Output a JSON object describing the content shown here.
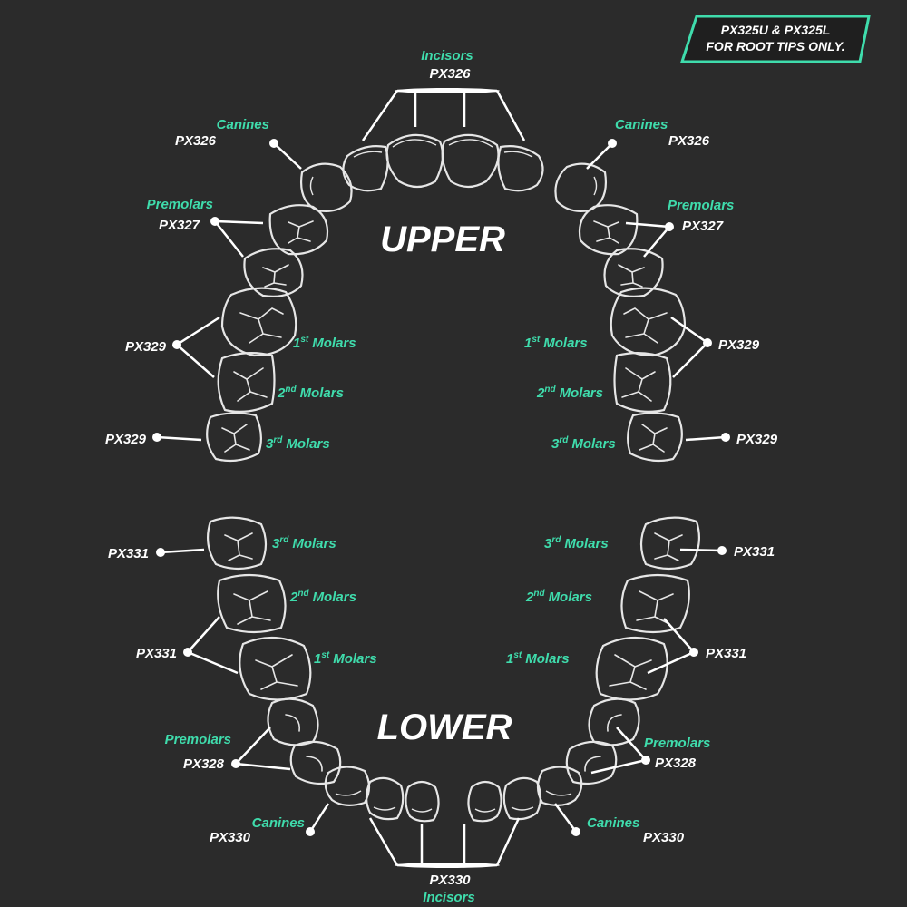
{
  "notice": {
    "line1": "PX325U & PX325L",
    "line2": "FOR ROOT TIPS ONLY."
  },
  "colors": {
    "background": "#2b2b2b",
    "accent": "#3fdcac",
    "text": "#ffffff",
    "tooth_outline": "#e6e6e6"
  },
  "upper": {
    "title": "UPPER",
    "incisors": {
      "name": "Incisors",
      "code": "PX326"
    },
    "canines_left": {
      "name": "Canines",
      "code": "PX326"
    },
    "canines_right": {
      "name": "Canines",
      "code": "PX326"
    },
    "premolars_left": {
      "name": "Premolars",
      "code": "PX327"
    },
    "premolars_right": {
      "name": "Premolars",
      "code": "PX327"
    },
    "molars12_left_code": "PX329",
    "molars12_right_code": "PX329",
    "molars3_left_code": "PX329",
    "molars3_right_code": "PX329",
    "first_molars": {
      "num": "1",
      "sup": "st",
      "word": "Molars"
    },
    "second_molars": {
      "num": "2",
      "sup": "nd",
      "word": "Molars"
    },
    "third_molars": {
      "num": "3",
      "sup": "rd",
      "word": "Molars"
    }
  },
  "lower": {
    "title": "LOWER",
    "incisors": {
      "name": "Incisors",
      "code": "PX330"
    },
    "canines_left": {
      "name": "Canines",
      "code": "PX330"
    },
    "canines_right": {
      "name": "Canines",
      "code": "PX330"
    },
    "premolars_left": {
      "name": "Premolars",
      "code": "PX328"
    },
    "premolars_right": {
      "name": "Premolars",
      "code": "PX328"
    },
    "molars12_left_code": "PX331",
    "molars12_right_code": "PX331",
    "molars3_left_code": "PX331",
    "molars3_right_code": "PX331",
    "first_molars": {
      "num": "1",
      "sup": "st",
      "word": "Molars"
    },
    "second_molars": {
      "num": "2",
      "sup": "nd",
      "word": "Molars"
    },
    "third_molars": {
      "num": "3",
      "sup": "rd",
      "word": "Molars"
    }
  }
}
